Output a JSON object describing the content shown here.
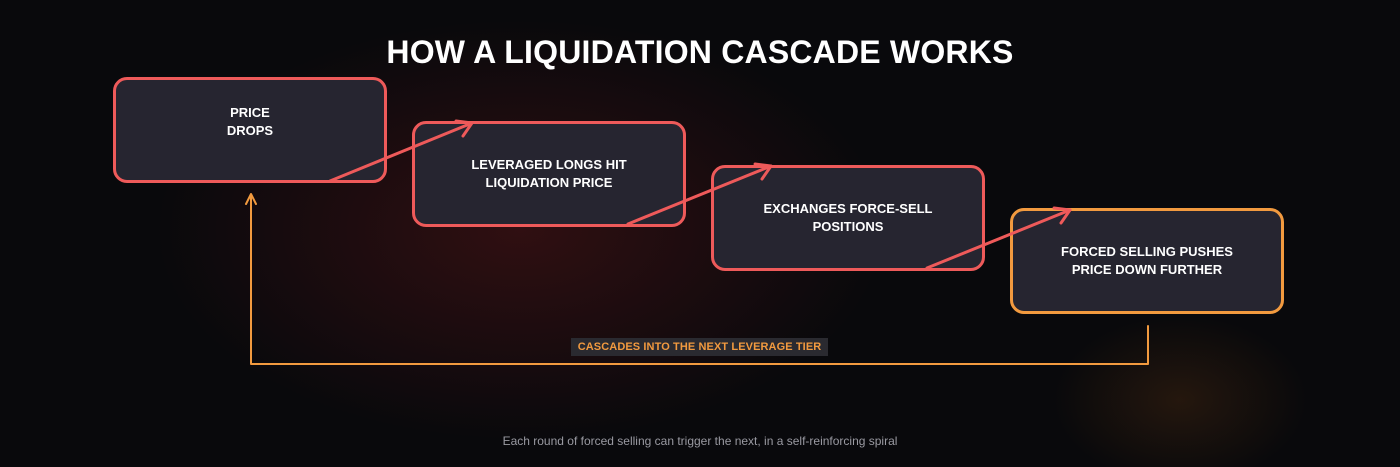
{
  "title": "HOW A LIQUIDATION CASCADE WORKS",
  "steps": [
    {
      "label": "PRICE\nDROPS"
    },
    {
      "label": "LEVERAGED LONGS HIT\nLIQUIDATION PRICE"
    },
    {
      "label": "EXCHANGES FORCE-SELL\nPOSITIONS"
    },
    {
      "label": "FORCED SELLING PUSHES\nPRICE DOWN FURTHER"
    }
  ],
  "loop_label": "CASCADES INTO THE NEXT LEVERAGE TIER",
  "caption": "Each round of forced selling can trigger the next, in a self-reinforcing spiral",
  "colors": {
    "step_border": "#ee5a5a",
    "final_border": "#f29a3f",
    "box_fill": "#262530",
    "loop": "#f29a3f"
  }
}
